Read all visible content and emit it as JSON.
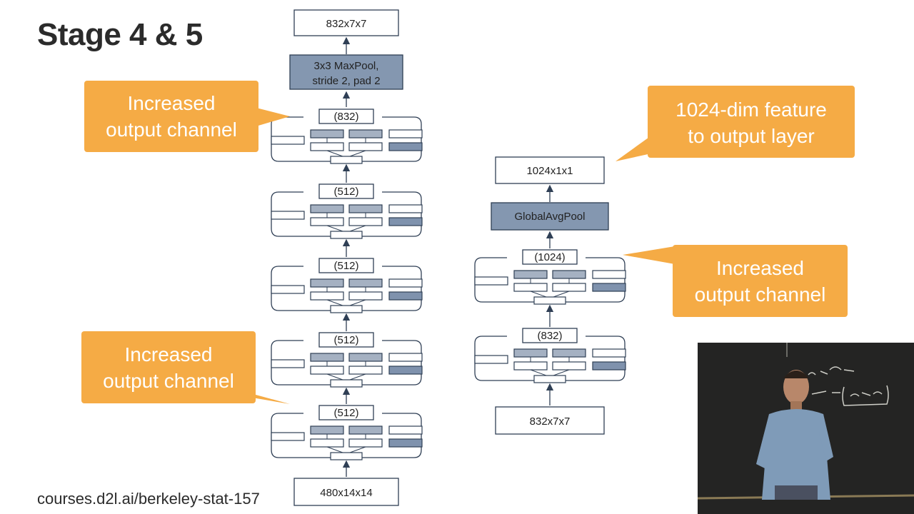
{
  "slide": {
    "title": "Stage 4 & 5",
    "footer": "courses.d2l.ai/berkeley-stat-157"
  },
  "left_column": {
    "output_label": "832x7x7",
    "maxpool_line1": "3x3 MaxPool,",
    "maxpool_line2": "stride 2, pad 2",
    "inception_channels": [
      "(832)",
      "(512)",
      "(512)",
      "(512)",
      "(512)"
    ],
    "input_label": "480x14x14"
  },
  "right_column": {
    "output_label": "1024x1x1",
    "pool_label": "GlobalAvgPool",
    "inception_channels": [
      "(1024)",
      "(832)"
    ],
    "input_label": "832x7x7"
  },
  "callouts": {
    "top_left": [
      "Increased",
      "output channel"
    ],
    "bottom_left": [
      "Increased",
      "output channel"
    ],
    "top_right": [
      "1024-dim feature",
      "to output layer"
    ],
    "mid_right": [
      "Increased",
      "output channel"
    ]
  },
  "colors": {
    "callout": "#f5ab45",
    "pool_fill": "#8497b0",
    "conv_fill": "#a5b1c2",
    "conv_dark_fill": "#7f92ad",
    "box_stroke": "#2f3f55"
  }
}
